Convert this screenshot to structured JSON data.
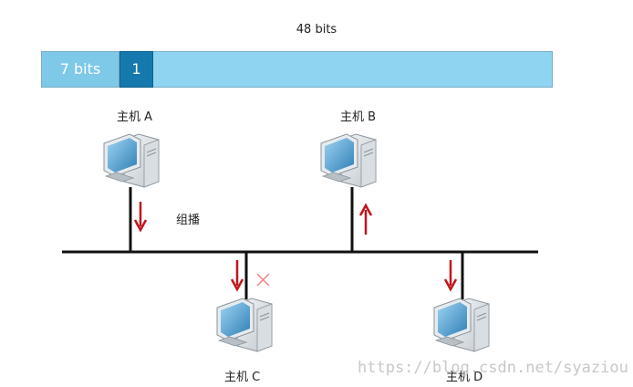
{
  "frame": {
    "total_label": "48 bits",
    "segment_first_label": "7 bits",
    "segment_bit_label": "1"
  },
  "hosts": {
    "a": "主机 A",
    "b": "主机 B",
    "c": "主机 C",
    "d": "主机 D"
  },
  "multicast_label": "组播",
  "watermark": "https://blog.csdn.net/syaziou",
  "colors": {
    "frame_fill": "#8fd4f0",
    "bit_fill": "#1679ad",
    "arrow": "#c0161c",
    "blocked_mark": "#f08080",
    "bus": "#111111"
  }
}
